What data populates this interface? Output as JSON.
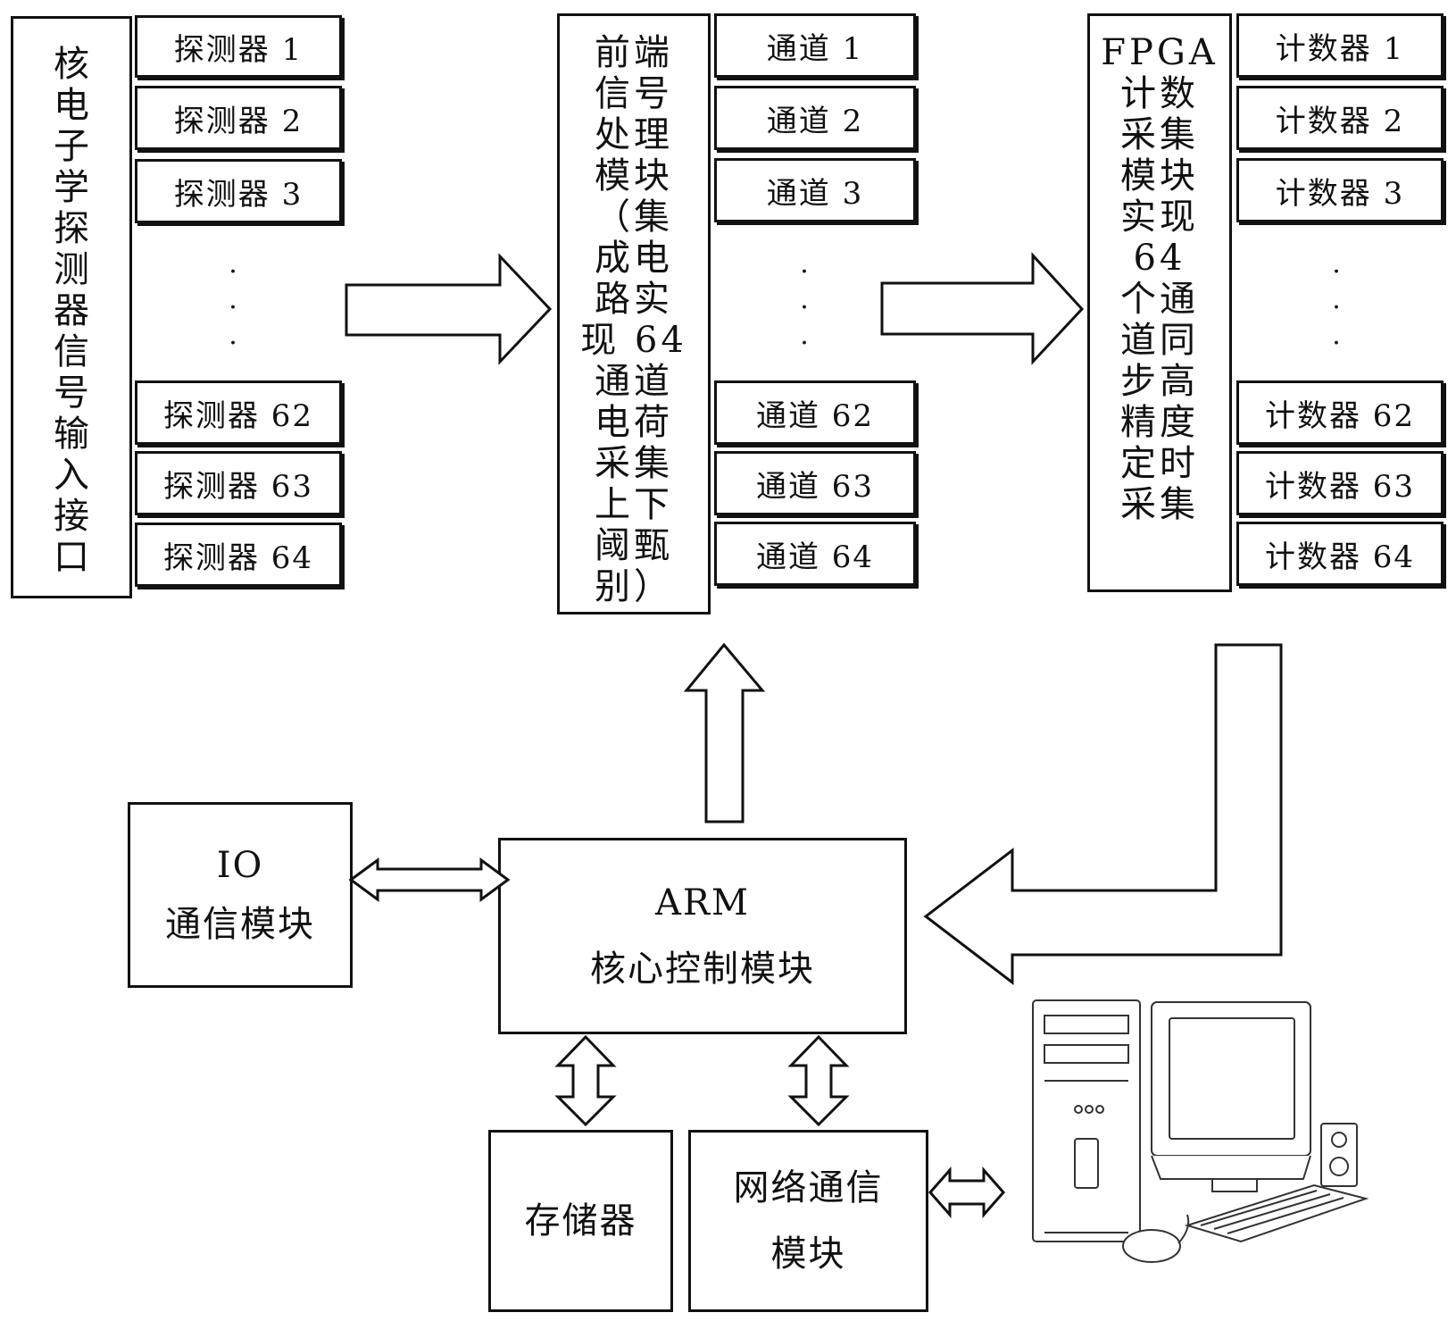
{
  "input_interface": {
    "label_chars": [
      "核",
      "电",
      "子",
      "学",
      "探",
      "测",
      "器",
      "信",
      "号",
      "输",
      "入",
      "接",
      "口"
    ]
  },
  "detectors": [
    "探测器 1",
    "探测器 2",
    "探测器 3",
    "探测器 62",
    "探测器 63",
    "探测器 64"
  ],
  "frontend": {
    "label_chars": [
      "前端",
      "信号",
      "处理",
      "模块",
      "（集",
      "成电",
      "路实",
      "现 64",
      "通道",
      "电荷",
      "采集",
      "上下",
      "阈甄",
      "别）"
    ]
  },
  "channels": [
    "通道 1",
    "通道 2",
    "通道 3",
    "通道 62",
    "通道 63",
    "通道 64"
  ],
  "fpga": {
    "label_lines": [
      "FPGA",
      "计数",
      "采集",
      "模块",
      "实现",
      "64",
      "个通",
      "道同",
      "步高",
      "精度",
      "定时",
      "采集"
    ]
  },
  "counters": [
    "计数器 1",
    "计数器 2",
    "计数器 3",
    "计数器 62",
    "计数器 63",
    "计数器 64"
  ],
  "ellipsis": "·",
  "io_module": {
    "line1": "IO",
    "line2": "通信模块"
  },
  "arm_module": {
    "line1": "ARM",
    "line2": "核心控制模块"
  },
  "storage": {
    "label": "存储器"
  },
  "network_module": {
    "line1": "网络通信",
    "line2": "模块"
  }
}
